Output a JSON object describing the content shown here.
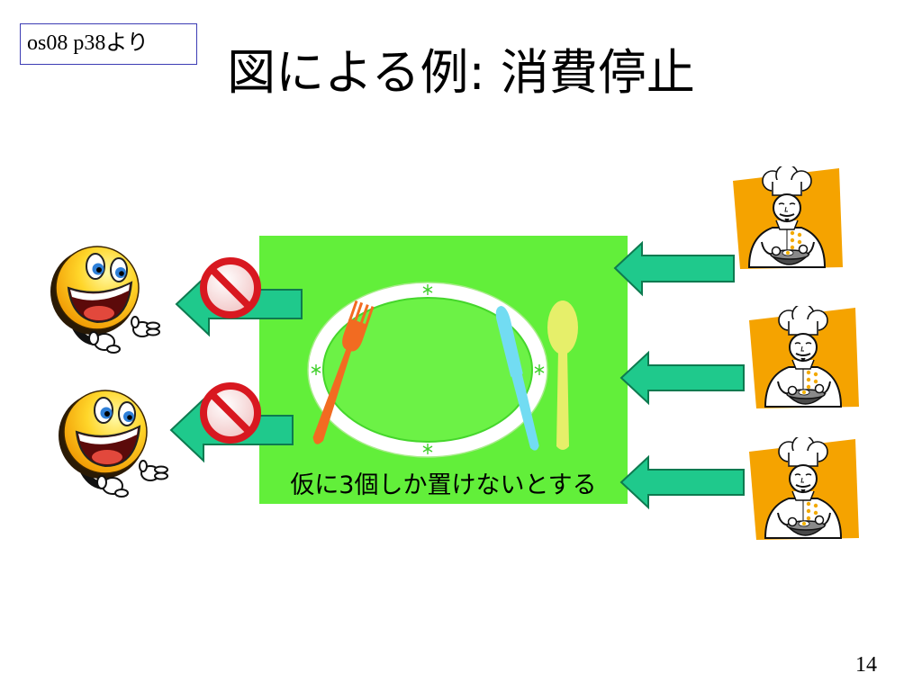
{
  "slide": {
    "source_note": "os08 p38より",
    "title": "図による例: 消費停止",
    "page_number": "14"
  },
  "buffer": {
    "caption": "仮に3個しか置けないとする",
    "items": {
      "plate": "plate-icon",
      "fork": "fork-icon",
      "knife": "knife-icon",
      "spoon": "spoon-icon"
    }
  },
  "producers": [
    {
      "icon": "chef-icon",
      "arrow": "arrow-left-icon"
    },
    {
      "icon": "chef-icon",
      "arrow": "arrow-left-icon"
    },
    {
      "icon": "chef-icon",
      "arrow": "arrow-left-icon"
    }
  ],
  "consumers": [
    {
      "icon": "smiley-face-icon",
      "arrow": "arrow-left-icon",
      "status_icon": "no-entry-icon"
    },
    {
      "icon": "smiley-face-icon",
      "arrow": "arrow-left-icon",
      "status_icon": "no-entry-icon"
    }
  ],
  "colors": {
    "buffer_background": "#62ef3a",
    "arrow_fill": "#1fc98c",
    "no_entry": "#d81820",
    "source_note_border": "#3c3cb4",
    "fork": "#f26b21",
    "knife": "#72dcf2",
    "spoon": "#e6ef6a",
    "chef_background": "#f5a300"
  }
}
